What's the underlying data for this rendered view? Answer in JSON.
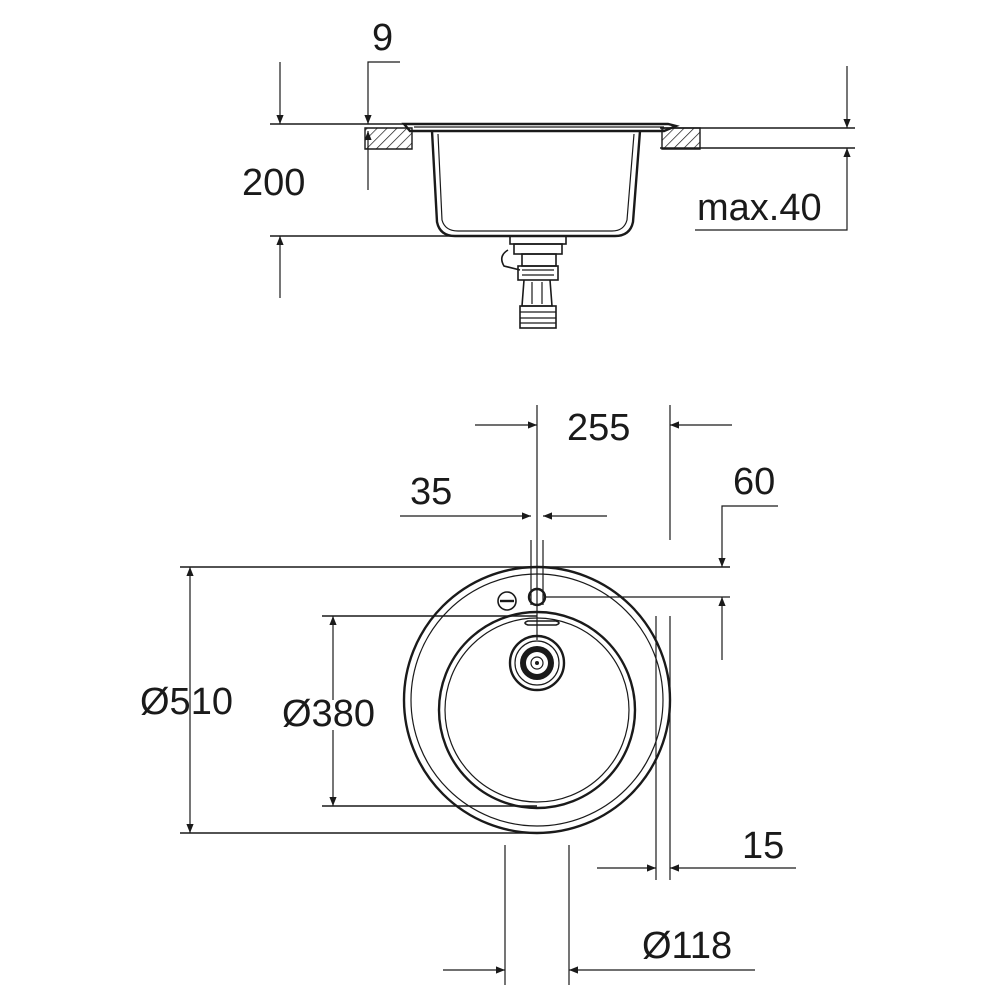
{
  "side_view": {
    "dim_flange": "9",
    "dim_depth": "200",
    "dim_worktop": "max.40"
  },
  "top_view": {
    "dim_offset": "255",
    "dim_tap_hole": "35",
    "dim_rim_tap": "60",
    "dim_outer": "Ø510",
    "dim_bowl": "Ø380",
    "dim_rim": "15",
    "dim_waste": "Ø118"
  },
  "colors": {
    "line": "#1a1a1a",
    "background": "#ffffff"
  }
}
